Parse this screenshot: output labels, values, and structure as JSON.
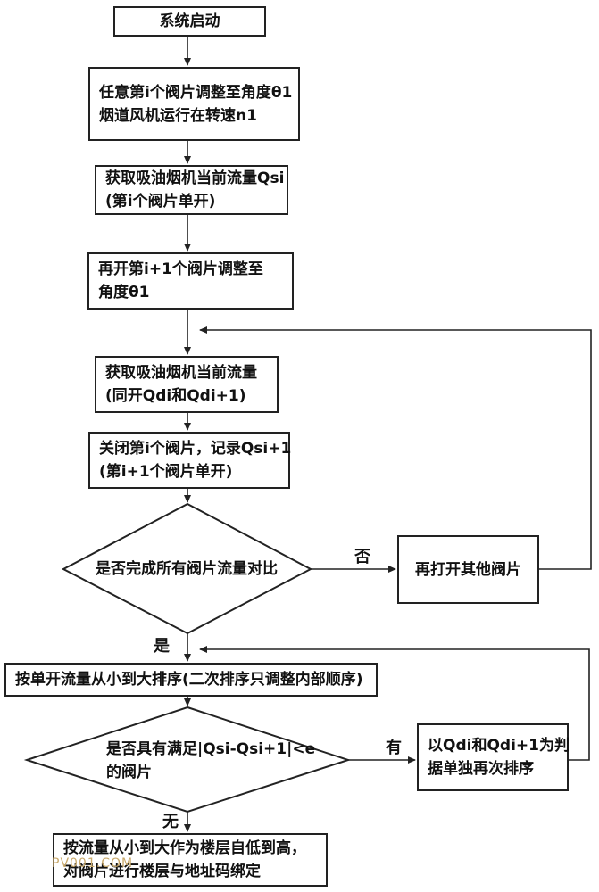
{
  "steps": {
    "start": "系统启动",
    "s1": [
      "任意第i个阀片调整至角度θ1",
      "烟道风机运行在转速n1"
    ],
    "s2": [
      "获取吸油烟机当前流量Qsi",
      "(第i个阀片单开)"
    ],
    "s3": [
      "再开第i+1个阀片调整至",
      "角度θ1"
    ],
    "s4": [
      "获取吸油烟机当前流量",
      "(同开Qdi和Qdi+1)"
    ],
    "s5": [
      "关闭第i个阀片，记录Qsi+1",
      "(第i+1个阀片单开)"
    ],
    "d1": "是否完成所有阀片流量对比",
    "open_other": "再打开其他阀片",
    "sort": "按单开流量从小到大排序(二次排序只调整内部顺序)",
    "d2": [
      "是否具有满足|Qsi-Qsi+1|<e",
      "的阀片"
    ],
    "resort": [
      "以Qdi和Qdi+1为判",
      "据单独再次排序"
    ],
    "final": [
      "按流量从小到大作为楼层自低到高，",
      "对阀片进行楼层与地址码绑定"
    ]
  },
  "labels": {
    "no1": "否",
    "yes1": "是",
    "yes2": "有",
    "no2": "无"
  },
  "watermark": "PV001.COM"
}
